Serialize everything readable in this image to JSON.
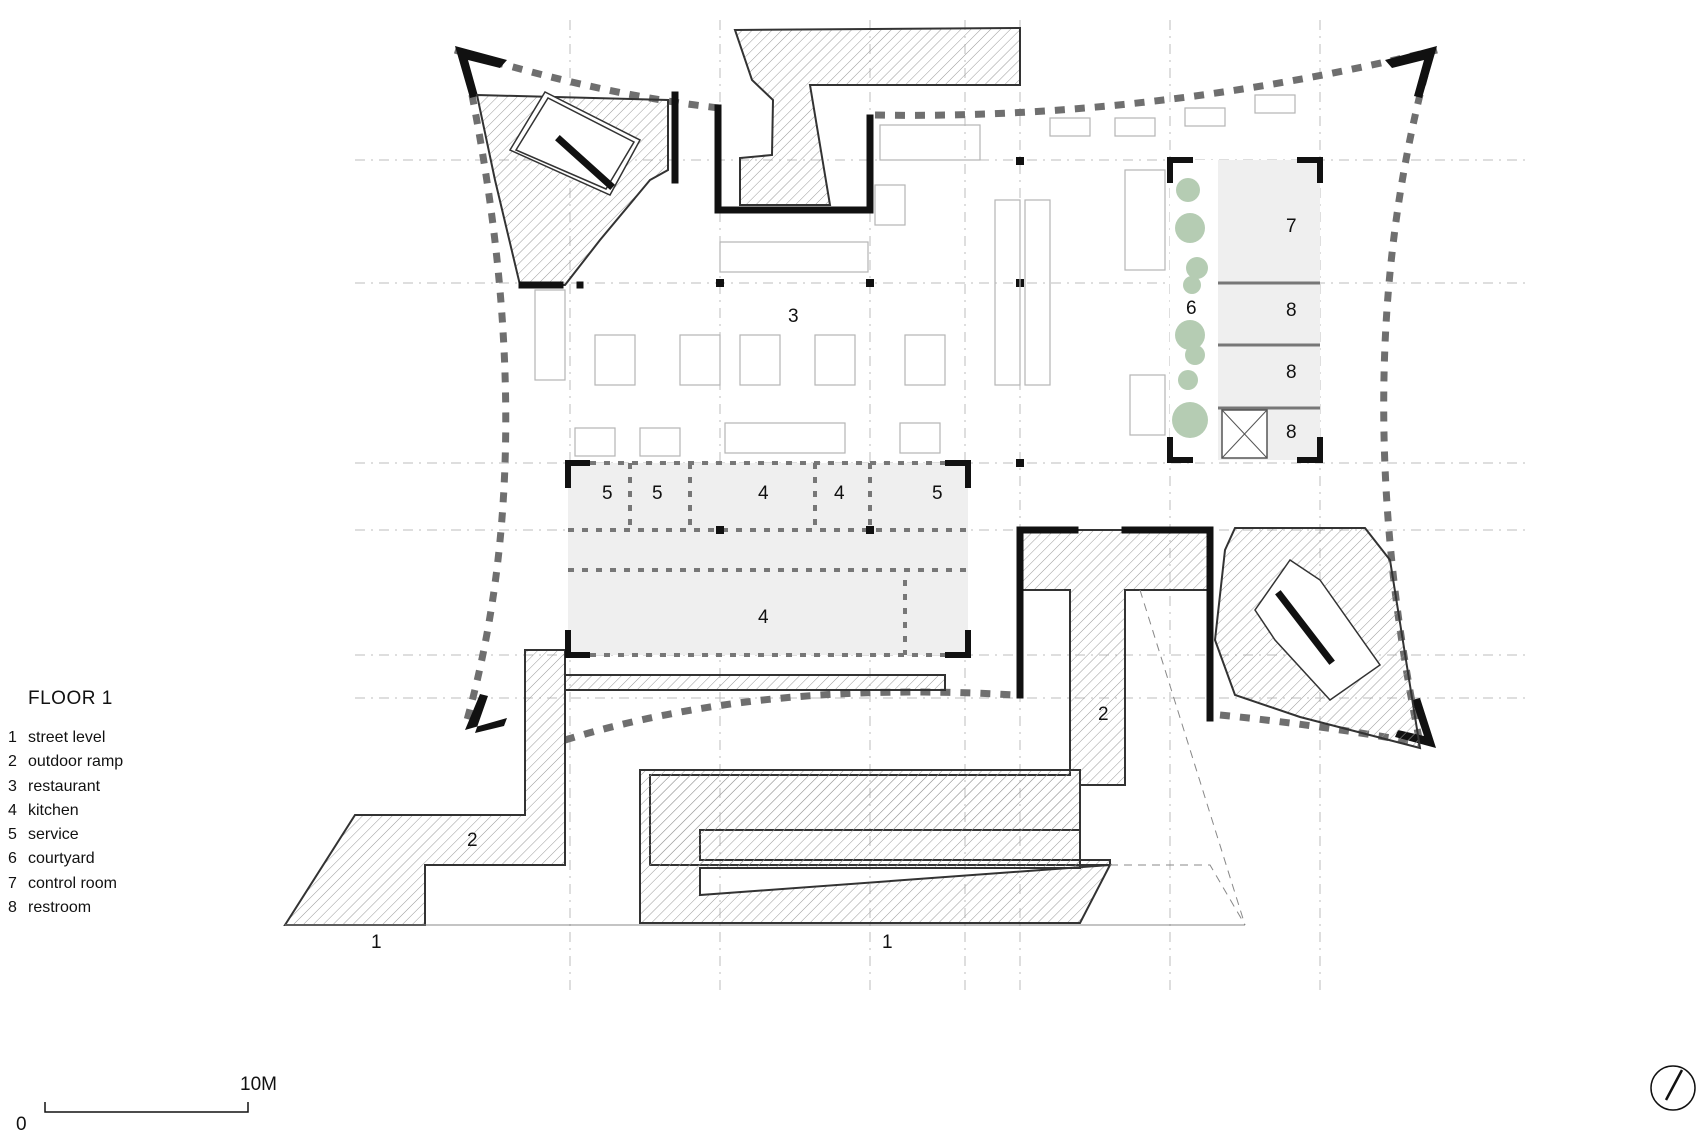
{
  "legend": {
    "title": "FLOOR 1",
    "items": [
      {
        "num": "1",
        "label": "street level"
      },
      {
        "num": "2",
        "label": "outdoor ramp"
      },
      {
        "num": "3",
        "label": "restaurant"
      },
      {
        "num": "4",
        "label": "kitchen"
      },
      {
        "num": "5",
        "label": "service"
      },
      {
        "num": "6",
        "label": "courtyard"
      },
      {
        "num": "7",
        "label": "control room"
      },
      {
        "num": "8",
        "label": "restroom"
      }
    ]
  },
  "scale_bar": {
    "start": "0",
    "end": "10M"
  },
  "plan_labels": {
    "street_level_a": "1",
    "street_level_b": "1",
    "ramp_a": "2",
    "ramp_b": "2",
    "restaurant": "3",
    "kitchen_a": "4",
    "kitchen_b": "4",
    "kitchen_c": "4",
    "service_a": "5",
    "service_b": "5",
    "service_c": "5",
    "courtyard": "6",
    "control_room": "7",
    "restroom_a": "8",
    "restroom_b": "8",
    "restroom_c": "8"
  },
  "colors": {
    "wall": "#111111",
    "hatch": "#9a9a9a",
    "service_fill": "#efefef",
    "tree": "#a9c4a6",
    "grid": "#b8b8b8"
  },
  "icons": [
    "north-arrow-icon"
  ]
}
